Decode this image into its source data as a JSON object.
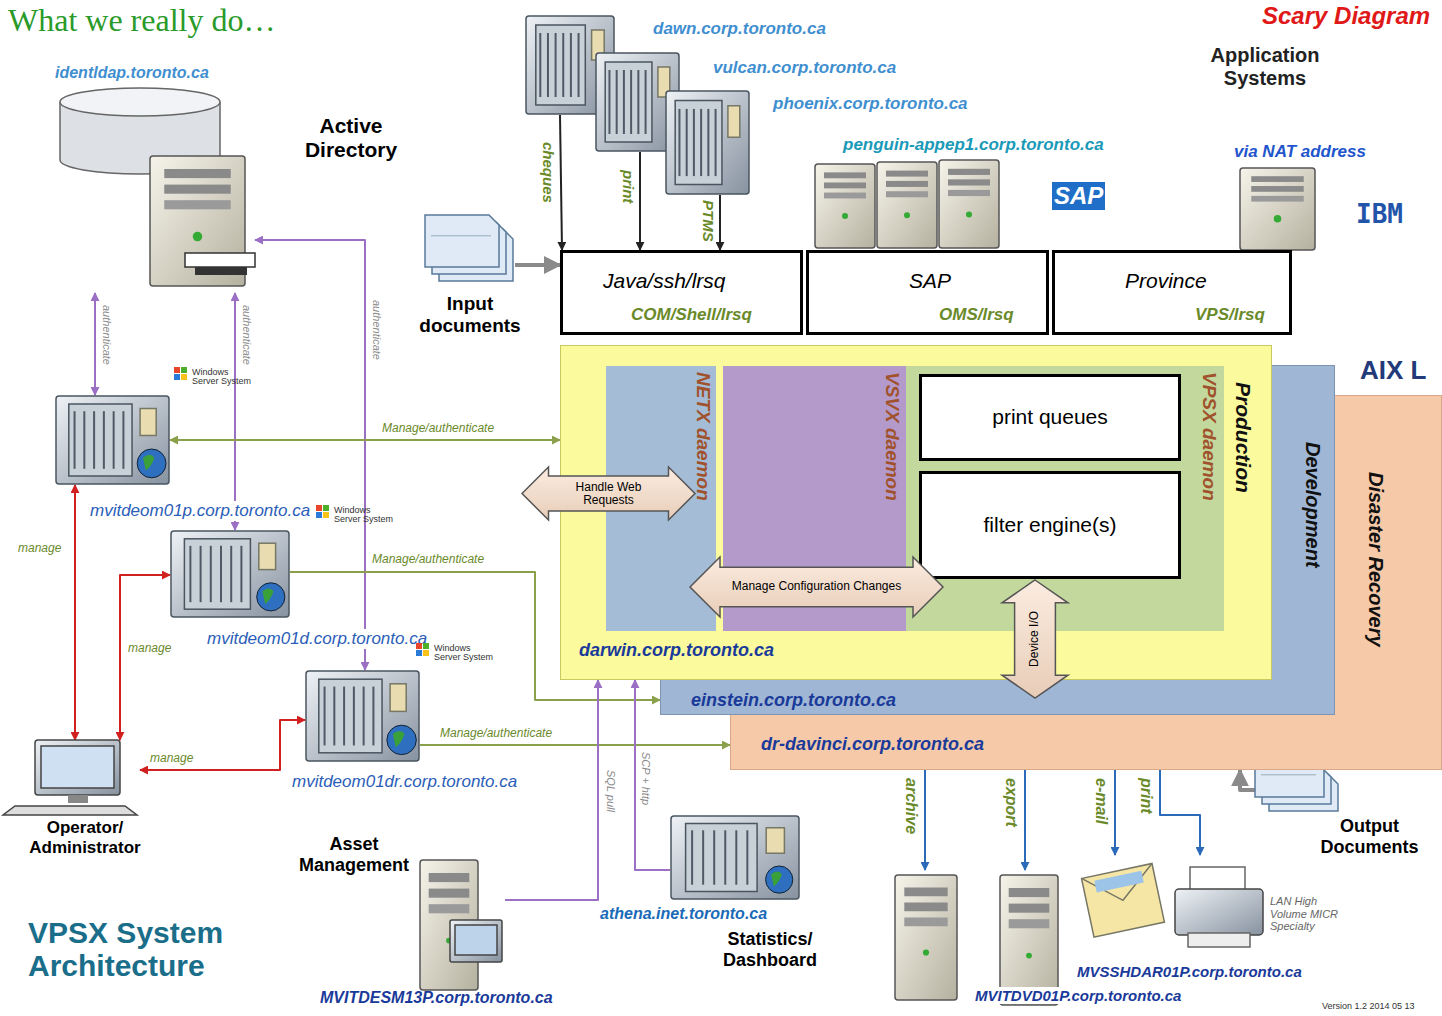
{
  "diagram": {
    "title": "What we really do…",
    "nodes": [
      {
        "text": [
          "identldap.toronto.ca",
          "Active Directory"
        ]
      },
      {
        "text": [
          "dawn.corp.toronto.ca"
        ]
      },
      {
        "text": [
          "vulcan.corp.toronto.ca"
        ]
      },
      {
        "text": [
          "phoenix.corp.toronto.ca"
        ]
      },
      {
        "text": [
          "penguin-appep1.corp.toronto.ca"
        ]
      },
      {
        "text": [
          "via NAT address"
        ]
      },
      {
        "text": [
          "Java/ssh/lrsq",
          "COM/Shell/lrsq"
        ]
      },
      {
        "text": [
          "SAP",
          "OMS/lrsq"
        ]
      },
      {
        "text": [
          "Province",
          "VPS/lrsq"
        ]
      },
      {
        "text": [
          "Input documents"
        ]
      },
      {
        "text": [
          "Production",
          "darwin.corp.toronto.ca"
        ]
      },
      {
        "text": [
          "NETX daemon"
        ],
        "in": 10
      },
      {
        "text": [
          "VSVX daemon"
        ],
        "in": 10
      },
      {
        "text": [
          "VPSX daemon"
        ],
        "in": 10
      },
      {
        "text": [
          "print queues"
        ],
        "in": 13
      },
      {
        "text": [
          "filter engine(s)"
        ],
        "in": 13
      },
      {
        "text": [
          "Handle Web Requests"
        ],
        "in": 10
      },
      {
        "text": [
          "Manage Configuration Changes"
        ],
        "in": 10
      },
      {
        "text": [
          "Device I/O"
        ],
        "in": 10
      },
      {
        "text": [
          "Development",
          "einstein.corp.toronto.ca"
        ]
      },
      {
        "text": [
          "Disaster Recovery",
          "dr-davinci.corp.toronto.ca"
        ]
      },
      {
        "text": [
          "mvitdeom01p.corp.toronto.ca"
        ]
      },
      {
        "text": [
          "mvitdeom01d.corp.toronto.ca"
        ]
      },
      {
        "text": [
          "mvitdeom01dr.corp.toronto.ca"
        ]
      },
      {
        "text": [
          "Operator/ Administrator"
        ]
      },
      {
        "text": [
          "Asset Management",
          "MVITDESM13P.corp.toronto.ca"
        ]
      },
      {
        "text": [
          "athena.inet.toronto.ca",
          "Statistics/ Dashboard"
        ]
      },
      {
        "text": [
          "MVITDVD01P.corp.toronto.ca"
        ]
      },
      {
        "text": [
          "LAN High Volume MICR Specialty",
          "MVSSHDAR01P.corp.toronto.ca"
        ]
      },
      {
        "text": [
          "Output Documents"
        ]
      }
    ],
    "edges": [
      {
        "from": 0,
        "to": 21,
        "label": "authenticate",
        "arrow": "both"
      },
      {
        "from": 0,
        "to": 22,
        "label": "authenticate",
        "arrow": "both"
      },
      {
        "from": 0,
        "to": 23,
        "label": "authenticate",
        "arrow": "both"
      },
      {
        "from": 21,
        "to": 10,
        "label": "Manage/authenticate",
        "arrow": "both"
      },
      {
        "from": 22,
        "to": 19,
        "label": "Manage/authenticate",
        "arrow": "to"
      },
      {
        "from": 23,
        "to": 20,
        "label": "Manage/authenticate",
        "arrow": "to"
      },
      {
        "from": 24,
        "to": 21,
        "label": "manage",
        "arrow": "both"
      },
      {
        "from": 24,
        "to": 22,
        "label": "manage",
        "arrow": "both"
      },
      {
        "from": 24,
        "to": 23,
        "label": "manage",
        "arrow": "both"
      },
      {
        "from": 1,
        "to": 6,
        "label": "cheques",
        "arrow": "to"
      },
      {
        "from": 2,
        "to": 6,
        "label": "print",
        "arrow": "to"
      },
      {
        "from": 3,
        "to": 6,
        "label": "PTMS",
        "arrow": "to"
      },
      {
        "from": 9,
        "to": 6,
        "arrow": "to"
      },
      {
        "from": 25,
        "to": 10,
        "label": "SQL pull",
        "arrow": "to"
      },
      {
        "from": 26,
        "to": 10,
        "label": "SCP + http",
        "arrow": "to"
      },
      {
        "from": 20,
        "to": 27,
        "label": "archive",
        "arrow": "to"
      },
      {
        "from": 20,
        "to": 27,
        "label": "export",
        "arrow": "to"
      },
      {
        "from": 20,
        "to": 28,
        "label": "e-mail",
        "arrow": "to"
      },
      {
        "from": 20,
        "to": 28,
        "label": "print",
        "arrow": "to"
      },
      {
        "from": 29,
        "to": 20,
        "arrow": "to"
      }
    ],
    "labels": [
      "Scary Diagram",
      "Application Systems",
      "SAP",
      "IBM",
      "AIX L",
      "Windows Server System",
      "Windows Server System",
      "Windows Server System",
      "VPSX System Architecture",
      "Version 1.2 2014 05 13"
    ]
  }
}
